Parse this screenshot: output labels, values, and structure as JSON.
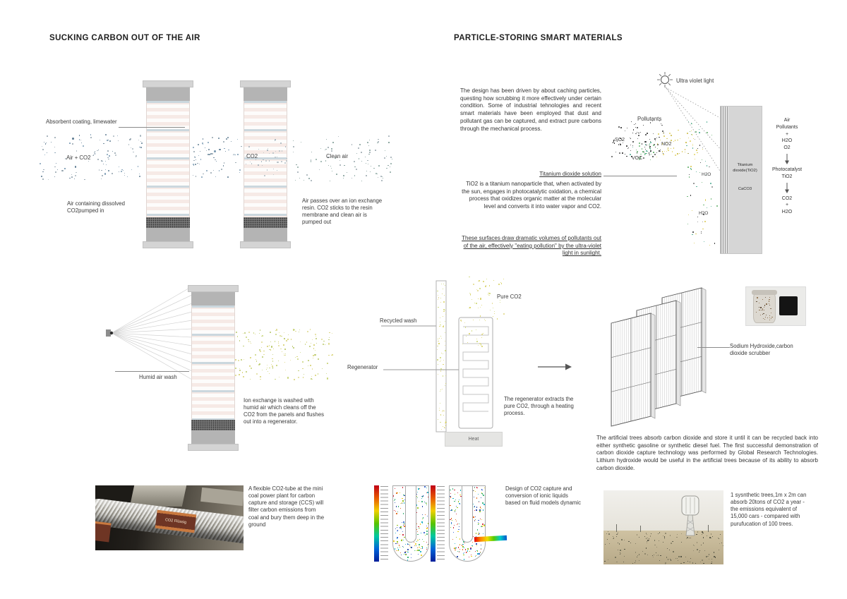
{
  "titles": {
    "left": "SUCKING CARBON OUT OF THE AIR",
    "right": "PARTICLE-STORING SMART MATERIALS"
  },
  "air_capture": {
    "absorbent_label": "Absorbent coating, limewater",
    "air_in_label": "Air + CO2",
    "tower1_caption": "Air containing dissolved CO2pumped in",
    "co2_label": "CO2",
    "clean_air_label": "Clean air",
    "tower2_caption": "Air passes over an ion exchange resin. CO2 sticks to the resin membrane and clean air is pumped out"
  },
  "humid_wash": {
    "label": "Humid air wash",
    "caption": "Ion exchange is washed with humid air which cleans off the CO2 from the panels and flushes out into a regenerator."
  },
  "regenerator": {
    "recycled_wash_label": "Recycled wash",
    "pure_co2_label": "Pure CO2",
    "regenerator_label": "Regenerator",
    "heat_label": "Heat",
    "caption": "The regenerator extracts the pure CO2, through a heating process."
  },
  "smart_materials": {
    "intro": "The design has been driven by about caching particles, questing how scrubbing it more effectively under certain condition. Some of industrial tehnologies and recent smart materials have been employed that dust and pollutant gas can be captured, and extract pure carbons through the mechanical process.",
    "uv_label": "Ultra violet light",
    "pollutants_label": "Pollutants",
    "so2": "SO2",
    "no2": "NO2",
    "voc": "VOC",
    "panel_label1": "Titanium dioxide(TiO2)",
    "panel_label2": "CaCO3",
    "h2o_1": "H2O",
    "h2o_2": "H2O",
    "flow_top": [
      "Air",
      "Pollutants",
      "+",
      "H2O",
      "O2"
    ],
    "flow_mid": [
      "Photocatalyst",
      "TiO2"
    ],
    "flow_bottom": [
      "CO2",
      "+",
      "H2O"
    ],
    "tio2_heading": "Titanium dioxide solution",
    "tio2_text": "TiO2 is a titanium nanoparticle that, when activated by the sun, engages in photocatalytic oxidation, a chemical process that oxidizes organic matter at the molecular level and converts it into water vapor and CO2.",
    "surfaces_text": "These surfaces draw dramatic volumes of pollutants out of the air, effectively \"eating pollution\" by the ultra-violet light in sunlight."
  },
  "artificial_trees": {
    "scrubber_label": "Sodium Hydroxide,carbon dioxide scrubber",
    "caption": "The artificial trees absorb carbon dioxide and store it until it can be recycled back into either synthetic gasoline or synthetic diesel fuel. The first successful demonstration of carbon dioxide capture technology was performed by Global Research Technologies. Lithium hydroxide would be useful in the artificial trees because of its ability to absorb carbon dioxide."
  },
  "bottom": {
    "hose_caption": "A flexible CO2-tube at the mini coal power plant for carbon capture and storage (CCS) will filter carbon emissions from coal and bury them deep in the ground",
    "hose_band_label": "CO2 Flüssig",
    "cfd_caption": "Design of CO2 capture and conversion of ionic liquids based on fluid models dynamic",
    "desert_caption": "1 sysnthetic trees,1m x 2m can absorb 20tons of CO2 a year - the emissions equivalent of 15,000 cars - compared with purufucation of 100 trees."
  }
}
